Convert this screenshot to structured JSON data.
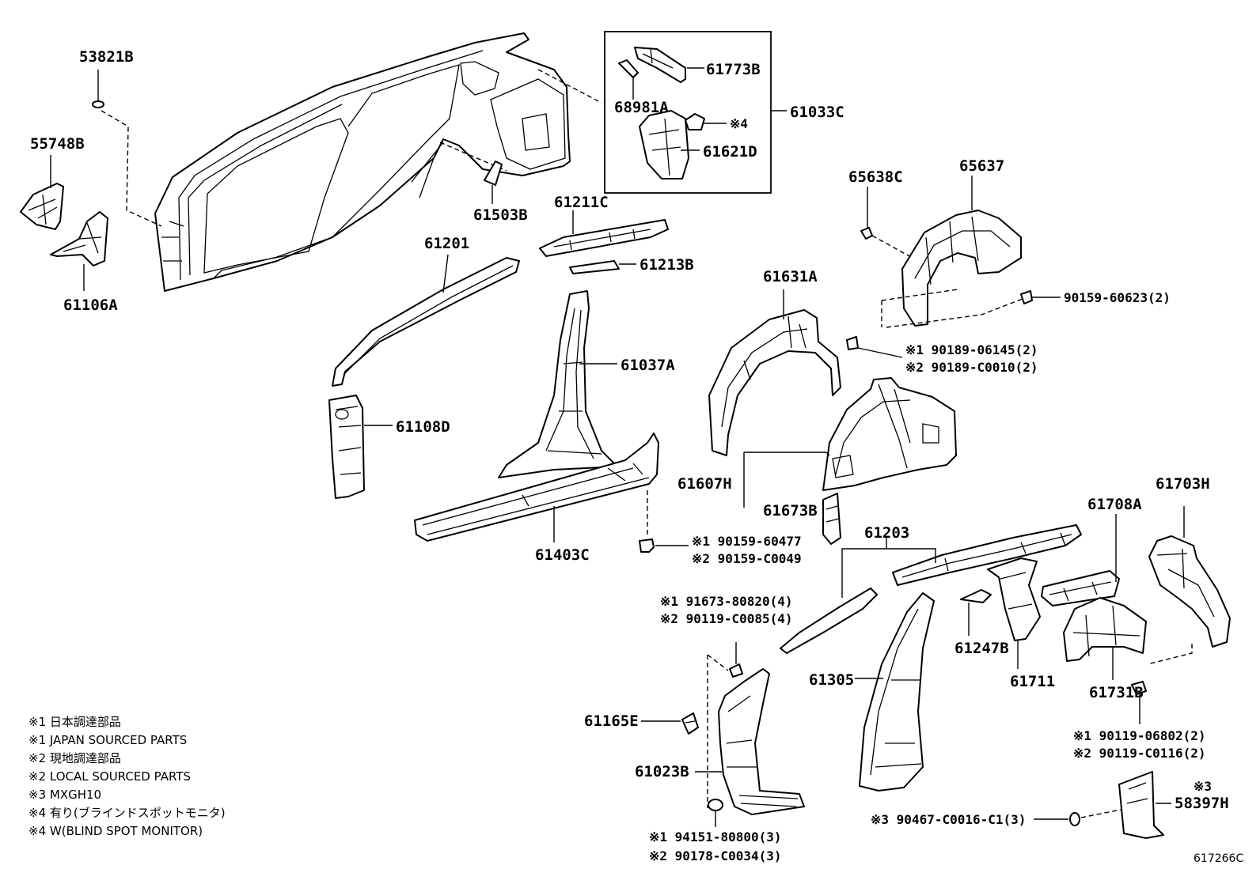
{
  "diagram": {
    "code": "617266C",
    "parts": {
      "p53821B": "53821B",
      "p55748B": "55748B",
      "p61106A": "61106A",
      "p61503B": "61503B",
      "p61773B": "61773B",
      "p68981A": "68981A",
      "p61033C": "61033C",
      "p61621D": "61621D",
      "p4_box": "※4",
      "p61211C": "61211C",
      "p61213B": "61213B",
      "p61201": "61201",
      "p65638C": "65638C",
      "p65637": "65637",
      "p61631A": "61631A",
      "p61037A": "61037A",
      "p61108D": "61108D",
      "p61607H": "61607H",
      "p61673B": "61673B",
      "p61403C": "61403C",
      "p61203": "61203",
      "p61708A": "61708A",
      "p61703H": "61703H",
      "p61247B": "61247B",
      "p61711": "61711",
      "p61731B": "61731B",
      "p61305": "61305",
      "p61165E": "61165E",
      "p61023B": "61023B",
      "p58397H": "58397H",
      "p3_58397H": "※3"
    },
    "fasteners": {
      "f90159_60623": "90159-60623(2)",
      "f1_90189": "※1 90189-06145(2)",
      "f2_90189": "※2 90189-C0010(2)",
      "f1_90159": "※1 90159-60477",
      "f2_90159": "※2 90159-C0049",
      "f1_91673": "※1 91673-80820(4)",
      "f2_90119": "※2 90119-C0085(4)",
      "f1_90119": "※1 90119-06802(2)",
      "f2_90119b": "※2 90119-C0116(2)",
      "f1_94151": "※1 94151-80800(3)",
      "f2_90178": "※2 90178-C0034(3)",
      "f3_90467": "※3 90467-C0016-C1(3)"
    },
    "legend": [
      "※1 日本調達部品",
      "※1 JAPAN SOURCED PARTS",
      "※2 現地調達部品",
      "※2 LOCAL SOURCED PARTS",
      "※3 MXGH10",
      "※4 有り(ブラインドスポットモニタ)",
      "※4 W(BLIND SPOT MONITOR)"
    ]
  }
}
